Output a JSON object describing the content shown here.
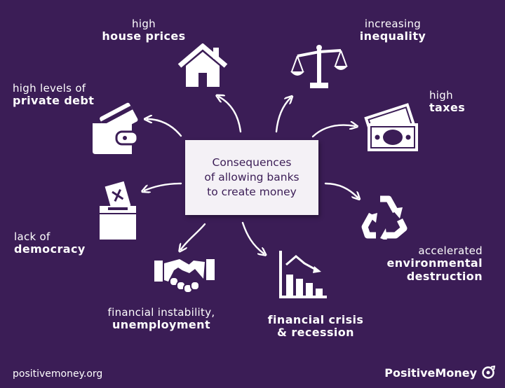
{
  "center": {
    "line1": "Consequences",
    "line2": "of allowing banks",
    "line3": "to create money"
  },
  "consequences": {
    "house_prices": {
      "top": "high",
      "main": "house prices",
      "icon": "house-icon"
    },
    "inequality": {
      "top": "increasing",
      "main": "inequality",
      "icon": "scales-icon"
    },
    "taxes": {
      "top": "high",
      "main": "taxes",
      "icon": "banknotes-icon"
    },
    "private_debt": {
      "top": "high levels of",
      "main": "private debt",
      "icon": "wallet-icon"
    },
    "democracy": {
      "top": "lack of",
      "main": "democracy",
      "icon": "ballot-box-icon"
    },
    "environment": {
      "top": "accelerated",
      "main1": "environmental",
      "main2": "destruction",
      "icon": "recycle-icon"
    },
    "instability": {
      "top": "financial instability,",
      "main": "unemployment",
      "icon": "handshake-icon"
    },
    "crisis": {
      "main1": "financial crisis",
      "main2": "& recession",
      "icon": "falling-chart-icon"
    }
  },
  "footer": {
    "url": "positivemoney.org",
    "brand": "PositiveMoney"
  },
  "colors": {
    "background": "#3b1d56",
    "box": "#f4f1f6",
    "text": "#ffffff"
  }
}
